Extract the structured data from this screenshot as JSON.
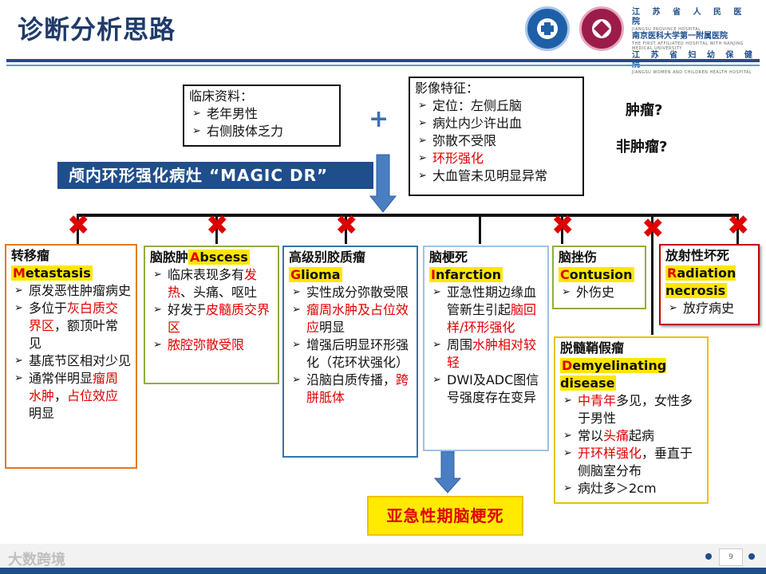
{
  "header": {
    "title": "诊断分析思路",
    "hospital_lines": [
      "江 苏 省 人 民 医 院",
      "JIANGSU PROVINCE HOSPITAL",
      "南京医科大学第一附属医院",
      "THE FIRST AFFILIATED HOSPITAL WITH NANJING MEDICAL UNIVERSITY",
      "江 苏 省 妇 幼 保 健 院",
      "JIANGSU WOMEN AND CHILDREN HEALTH HOSPITAL"
    ]
  },
  "clinical": {
    "title": "临床资料：",
    "items": [
      "老年男性",
      "右侧肢体乏力"
    ]
  },
  "imaging": {
    "title": "影像特征：",
    "items": [
      "定位：左侧丘脑",
      "病灶内少许出血",
      "弥散不受限",
      "环形强化",
      "大血管未见明显异常"
    ]
  },
  "plus_sign": "+",
  "question": {
    "tumor": "肿瘤?",
    "non_tumor": "非肿瘤?"
  },
  "magic_banner": "颅内环形强化病灶 “MAGIC DR”",
  "diagnoses": {
    "metastasis": {
      "cn": "转移瘤",
      "en_initial": "M",
      "en_rest": "etastasis",
      "items": [
        {
          "parts": [
            {
              "t": "原发恶性肿瘤病史"
            }
          ]
        },
        {
          "parts": [
            {
              "t": "多位于"
            },
            {
              "t": "灰白质交界区",
              "r": true
            },
            {
              "t": "，额顶叶常见"
            }
          ]
        },
        {
          "parts": [
            {
              "t": "基底节区相对少见"
            }
          ]
        },
        {
          "parts": [
            {
              "t": "通常伴明显"
            },
            {
              "t": "瘤周水肿",
              "r": true
            },
            {
              "t": "，"
            },
            {
              "t": "占位效应",
              "r": true
            },
            {
              "t": "明显"
            }
          ]
        }
      ]
    },
    "abscess": {
      "cn": "脑脓肿",
      "en_initial": "A",
      "en_rest": "bscess",
      "items": [
        {
          "parts": [
            {
              "t": "临床表现多有"
            },
            {
              "t": "发热",
              "r": true
            },
            {
              "t": "、头痛、呕吐"
            }
          ]
        },
        {
          "parts": [
            {
              "t": "好发于"
            },
            {
              "t": "皮髓质交界区",
              "r": true
            }
          ]
        },
        {
          "parts": [
            {
              "t": "脓腔弥散受限",
              "r": true
            }
          ]
        }
      ]
    },
    "glioma": {
      "cn": "高级别胶质瘤",
      "en_initial": "G",
      "en_rest": "lioma",
      "items": [
        {
          "parts": [
            {
              "t": "实性成分弥散受限"
            }
          ]
        },
        {
          "parts": [
            {
              "t": "瘤周水肿及占位效应",
              "r": true
            },
            {
              "t": "明显"
            }
          ]
        },
        {
          "parts": [
            {
              "t": "增强后明显环形强化（花环状强化）"
            }
          ]
        },
        {
          "parts": [
            {
              "t": "沿脑白质传播，"
            },
            {
              "t": "跨胼胝体",
              "r": true
            }
          ]
        }
      ]
    },
    "infarction": {
      "cn": "脑梗死",
      "en_initial": "I",
      "en_rest": "nfarction",
      "items": [
        {
          "parts": [
            {
              "t": "亚急性期边缘血管新生引起"
            },
            {
              "t": "脑回样/环形强化",
              "r": true
            }
          ]
        },
        {
          "parts": [
            {
              "t": "周围"
            },
            {
              "t": "水肿相对较轻",
              "r": true
            }
          ]
        },
        {
          "parts": [
            {
              "t": "DWI及ADC图信号强度存在变异"
            }
          ]
        }
      ]
    },
    "contusion": {
      "cn": "脑挫伤",
      "en_initial": "C",
      "en_rest": "ontusion",
      "items": [
        {
          "parts": [
            {
              "t": "外伤史"
            }
          ]
        }
      ]
    },
    "radiation": {
      "cn": "放射性坏死",
      "en_initial": "R",
      "en_rest": "adiation necrosis",
      "items": [
        {
          "parts": [
            {
              "t": "放疗病史"
            }
          ]
        }
      ]
    },
    "demyelinating": {
      "cn": "脱髓鞘假瘤",
      "en_initial": "D",
      "en_rest": "emyelinating disease",
      "items": [
        {
          "parts": [
            {
              "t": "中青年",
              "r": true
            },
            {
              "t": "多见，女性多于男性"
            }
          ]
        },
        {
          "parts": [
            {
              "t": "常以"
            },
            {
              "t": "头痛",
              "r": true
            },
            {
              "t": "起病"
            }
          ]
        },
        {
          "parts": [
            {
              "t": "开环样强化",
              "r": true
            },
            {
              "t": "，垂直于侧脑室分布"
            }
          ]
        },
        {
          "parts": [
            {
              "t": "病灶多＞2cm"
            }
          ]
        }
      ]
    }
  },
  "conclusion": "亚急性期脑梗死",
  "footer": {
    "watermark": "大数跨境",
    "page_number": "9"
  },
  "colors": {
    "title": "#1f3b6b",
    "banner": "#1f4e8c",
    "cross": "#e00000",
    "highlight": "#ffe600",
    "metastasis_border": "#e07b1f",
    "abscess_border": "#8fae3f",
    "glioma_border": "#2e75b6",
    "infarction_border": "#9dc3e6",
    "contusion_border": "#8fae3f",
    "radiation_border": "#c00000",
    "demyelinating_border": "#e6c200"
  },
  "icons": {
    "cross": "red-x-icon",
    "bullet": "arrowhead-bullet-icon"
  }
}
